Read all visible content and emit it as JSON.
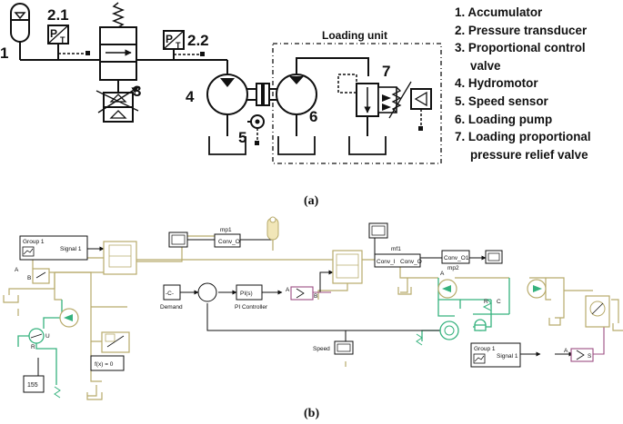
{
  "panel_a": {
    "caption": "(a)",
    "component_numbers": {
      "accumulator": "1",
      "transducer_1": "2.1",
      "transducer_2": "2.2",
      "proportional_valve": "3",
      "hydromotor": "4",
      "speed_sensor": "5",
      "loading_pump": "6",
      "relief_valve": "7"
    },
    "loading_unit_label": "Loading unit",
    "transducer_glyphs": {
      "pressure": "P",
      "temperature": "T"
    },
    "legend": [
      {
        "number": "1.",
        "lines": [
          "Accumulator"
        ]
      },
      {
        "number": "2.",
        "lines": [
          "Pressure transducer"
        ]
      },
      {
        "number": "3.",
        "lines": [
          "Proportional control",
          "valve"
        ]
      },
      {
        "number": "4.",
        "lines": [
          "Hydromotor"
        ]
      },
      {
        "number": "5.",
        "lines": [
          "Speed sensor"
        ]
      },
      {
        "number": "6.",
        "lines": [
          "Loading pump"
        ]
      },
      {
        "number": "7.",
        "lines": [
          "Loading proportional",
          "pressure relief valve"
        ]
      }
    ]
  },
  "panel_b": {
    "caption": "(b)",
    "group1_block": {
      "label": "Group 1",
      "port": "Signal 1"
    },
    "group1_block_lower": {
      "label": "Group 1",
      "port": "Signal 1"
    },
    "mp1_label": "mp1",
    "mp1_conv": "Conv_O",
    "mf1_label": "mf1",
    "mf1_conv_in": "Conv_I",
    "mf1_conv_out": "Conv_O",
    "mp2_label": "mp2",
    "mp2_conv": "Conv_O1",
    "const_block": "-C-",
    "demand_label": "Demand",
    "pi_block": "PI(s)",
    "pi_label": "PI Controller",
    "speed_label": "Speed",
    "fx_block": "f(x) = 0",
    "value_block": "155",
    "port_a": "A",
    "port_b": "B",
    "port_r": "R",
    "port_c": "C",
    "port_s": "S",
    "port_u": "U"
  },
  "colors": {
    "line": "#111111",
    "hydraulic_olive": "#b8ab6c",
    "hydraulic_green": "#36b27e",
    "signal_purple": "#9c4d82",
    "block_fill": "#ffffff",
    "sensor_green": "#2f9e6f"
  }
}
